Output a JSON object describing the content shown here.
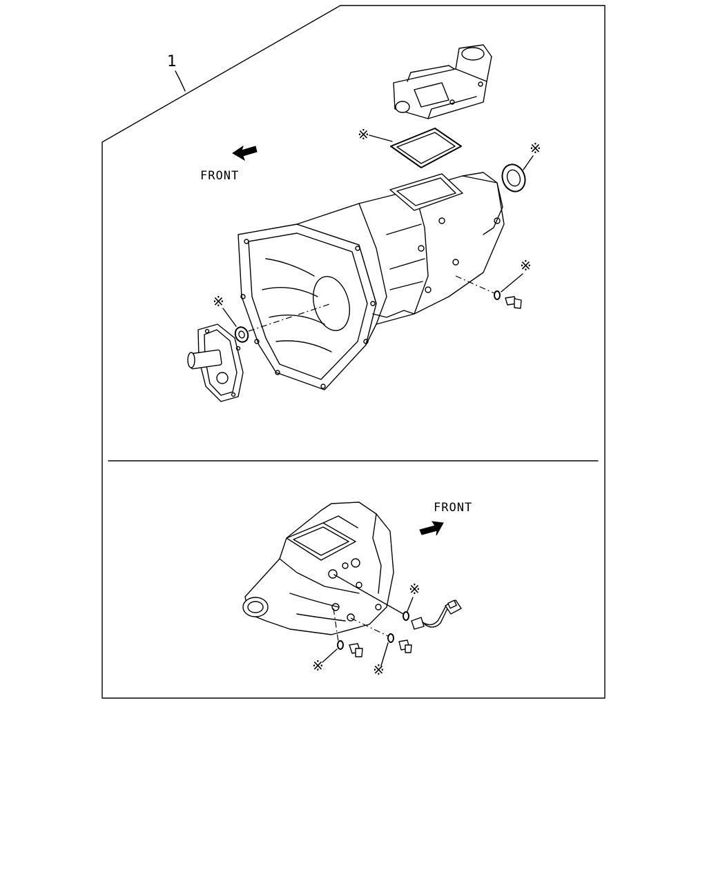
{
  "diagram": {
    "part_number_label": "1",
    "front_label_top": "FRONT",
    "front_label_bottom": "FRONT",
    "asterisk_marks": [
      "※",
      "※",
      "※",
      "※",
      "※",
      "※",
      "※"
    ],
    "icons": {
      "front_arrow_top": "arrow-left-down-icon",
      "front_arrow_bottom": "arrow-right-up-icon"
    },
    "colors": {
      "line": "#000000",
      "background": "#ffffff"
    }
  }
}
